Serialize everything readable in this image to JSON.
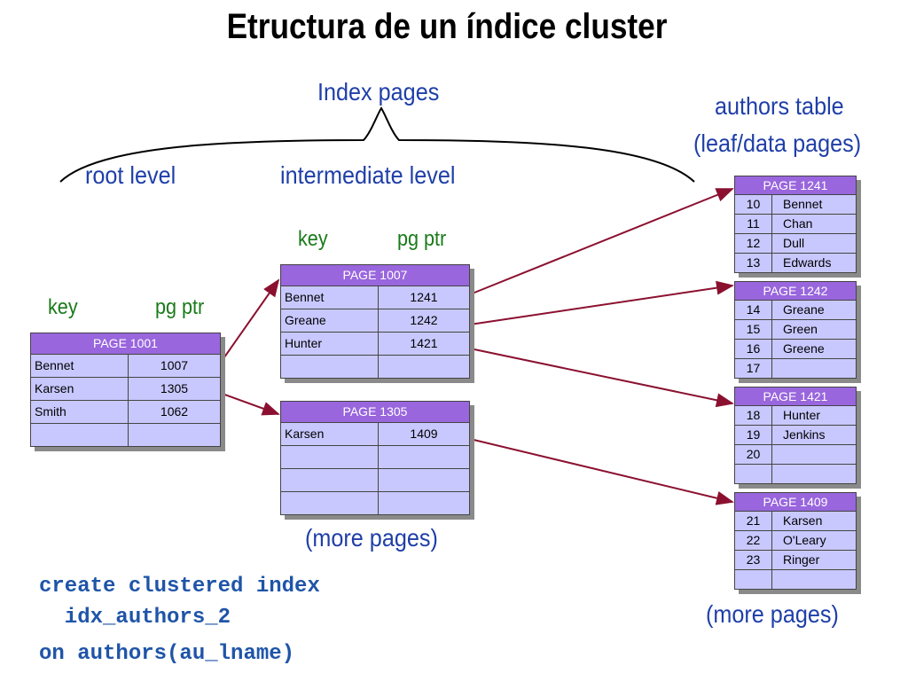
{
  "title": "Etructura de un índice  cluster",
  "labels": {
    "index_pages": "Index pages",
    "authors_table_line1": "authors table",
    "authors_table_line2": "(leaf/data pages)",
    "root_level": "root level",
    "intermediate_level": "intermediate level",
    "key": "key",
    "pg_ptr": "pg ptr",
    "more_pages": "(more pages)"
  },
  "code": {
    "line1": "create clustered index",
    "line2": "  idx_authors_2",
    "line3": "on authors(au_lname)"
  },
  "root_page": {
    "header": "PAGE 1001",
    "rows": [
      [
        "Bennet",
        "1007"
      ],
      [
        "Karsen",
        "1305"
      ],
      [
        "Smith",
        "1062"
      ],
      [
        "",
        ""
      ]
    ]
  },
  "intermediate_pages": [
    {
      "header": "PAGE 1007",
      "rows": [
        [
          "Bennet",
          "1241"
        ],
        [
          "Greane",
          "1242"
        ],
        [
          "Hunter",
          "1421"
        ],
        [
          "",
          ""
        ]
      ]
    },
    {
      "header": "PAGE 1305",
      "rows": [
        [
          "Karsen",
          "1409"
        ],
        [
          "",
          ""
        ],
        [
          "",
          ""
        ],
        [
          "",
          ""
        ]
      ]
    }
  ],
  "leaf_pages": [
    {
      "header": "PAGE 1241",
      "rows": [
        [
          "10",
          "Bennet"
        ],
        [
          "11",
          "Chan"
        ],
        [
          "12",
          "Dull"
        ],
        [
          "13",
          "Edwards"
        ]
      ]
    },
    {
      "header": "PAGE 1242",
      "rows": [
        [
          "14",
          "Greane"
        ],
        [
          "15",
          "Green"
        ],
        [
          "16",
          "Greene"
        ],
        [
          "17",
          ""
        ]
      ]
    },
    {
      "header": "PAGE 1421",
      "rows": [
        [
          "18",
          "Hunter"
        ],
        [
          "19",
          "Jenkins"
        ],
        [
          "20",
          ""
        ],
        [
          "",
          ""
        ]
      ]
    },
    {
      "header": "PAGE 1409",
      "rows": [
        [
          "21",
          "Karsen"
        ],
        [
          "22",
          "O'Leary"
        ],
        [
          "23",
          "Ringer"
        ],
        [
          "",
          ""
        ]
      ]
    }
  ],
  "colors": {
    "header_purple": "#9966dd",
    "cell_lavender": "#c8c8ff",
    "arrow": "#8b1030",
    "label_blue": "#1f3fa8",
    "label_green": "#1a7a1a",
    "code_blue": "#1f55a8"
  }
}
